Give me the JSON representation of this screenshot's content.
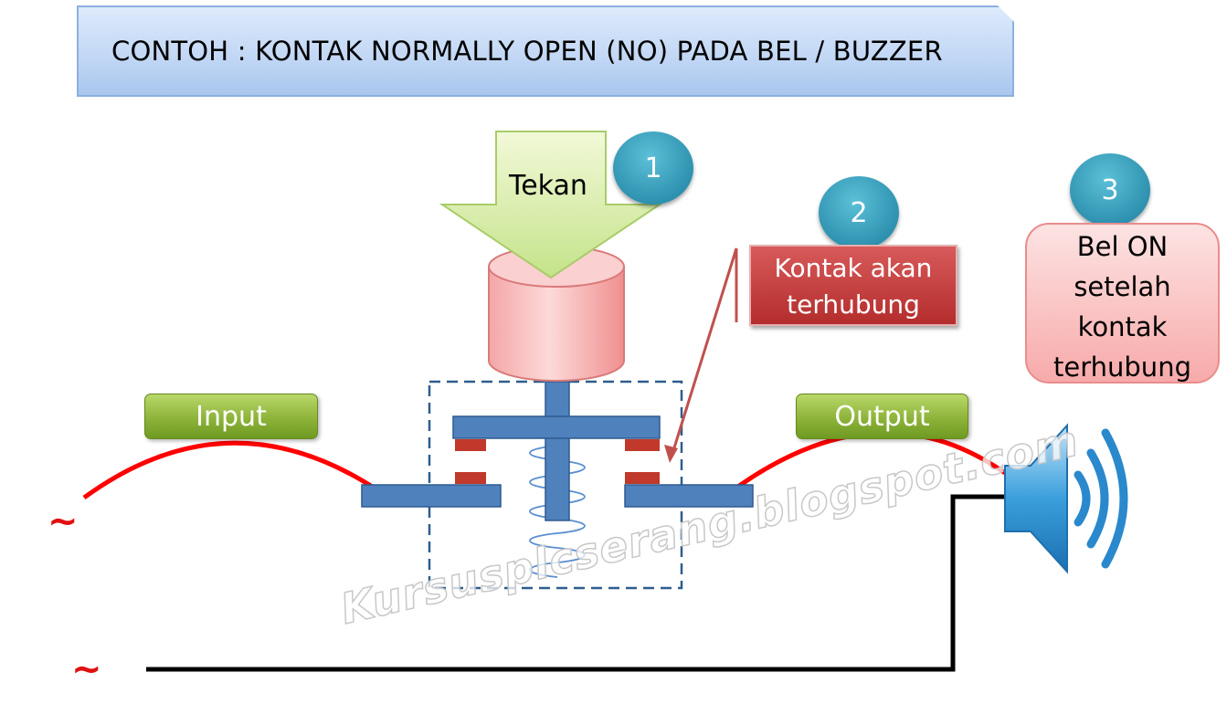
{
  "title": "CONTOH : KONTAK NORMALLY OPEN (NO) PADA BEL / BUZZER",
  "steps": [
    {
      "number": "1",
      "label": "Tekan"
    },
    {
      "number": "2",
      "label_line1": "Kontak akan",
      "label_line2": "terhubung"
    },
    {
      "number": "3",
      "label_lines": [
        "Bel ON",
        "setelah",
        "kontak",
        "terhubung"
      ]
    }
  ],
  "labels": {
    "input": "Input",
    "output": "Output"
  },
  "ac_symbol": "~",
  "watermark": "Kursusplcserang.blogspot.com",
  "colors": {
    "wire_live": "#ff0000",
    "wire_neutral": "#000000",
    "contact_body": "#4f81bd",
    "contact_tip": "#c0392b",
    "number_badge": "#31a0bf"
  },
  "icons": [
    "speaker-icon",
    "push-button-icon",
    "down-arrow-icon",
    "spring-icon"
  ]
}
